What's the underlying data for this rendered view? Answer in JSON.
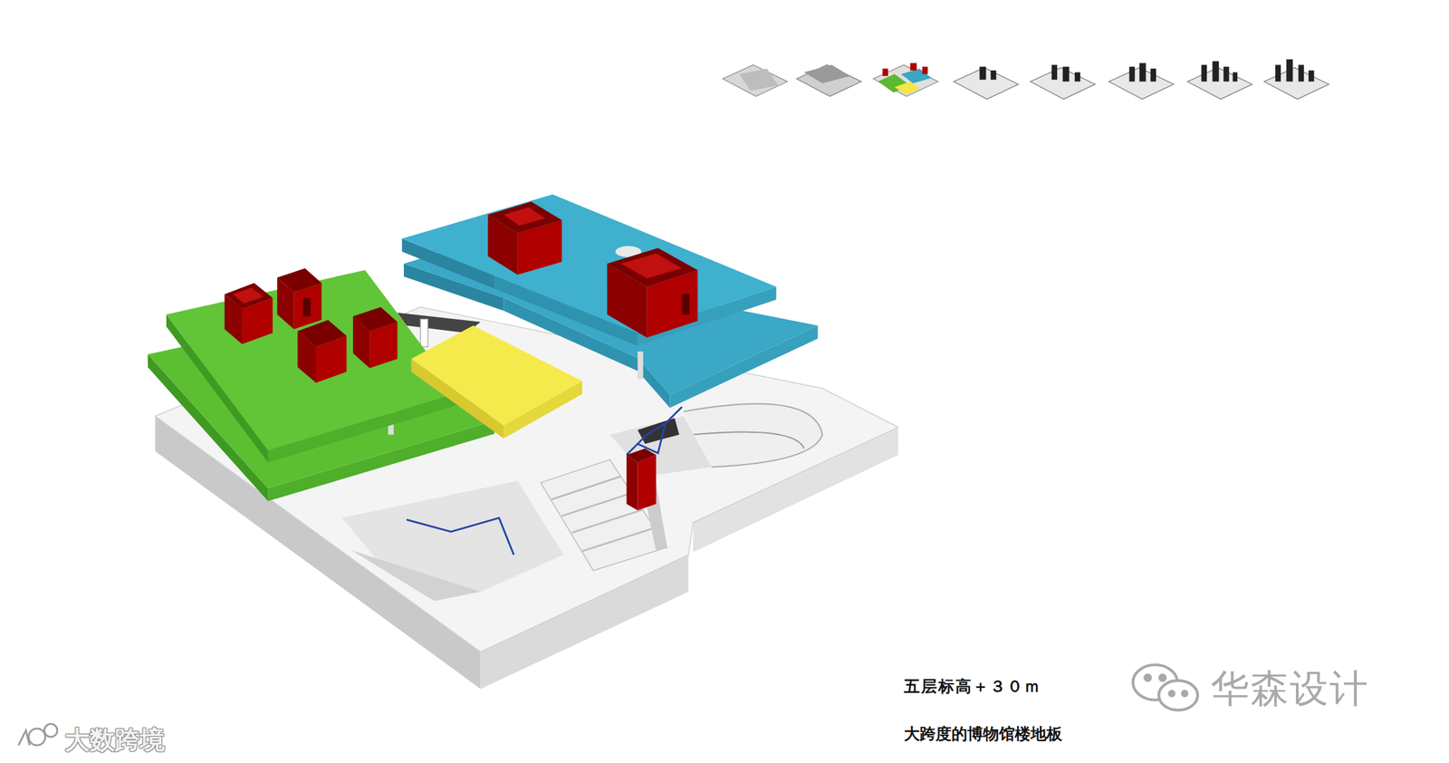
{
  "diagram": {
    "labels": [
      "五层标高＋３０ｍ",
      "大跨度的博物馆楼地板",
      "华森设计",
      "大数跨境"
    ]
  }
}
